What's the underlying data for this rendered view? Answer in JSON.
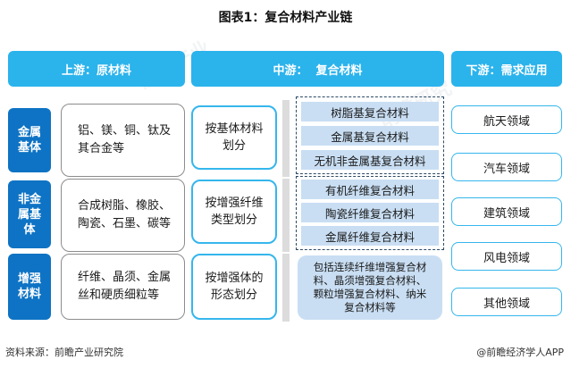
{
  "title": "图表1：复合材料产业链",
  "headers": {
    "upstream": "上游：原材料",
    "midstream": "中游：  复合材料",
    "downstream": "下游：需求应用"
  },
  "rows": [
    {
      "category": "金属\n基体",
      "raw": "铝、镁、铜、钛及\n其合金等",
      "method": "按基体材料\n划分"
    },
    {
      "category": "非金\n属基\n体",
      "raw": "合成树脂、橡胶、\n陶瓷、石墨、碳等",
      "method": "按增强纤维\n类型划分"
    },
    {
      "category": "增强\n材料",
      "raw": "纤维、晶须、金属\n丝和硬质细粒等",
      "method": "按增强体的\n形态划分"
    }
  ],
  "products_group1": [
    "树脂基复合材料",
    "金属基复合材料",
    "无机非金属基复合材料"
  ],
  "products_group2": [
    "有机纤维复合材料",
    "陶瓷纤维复合材料",
    "金属纤维复合材料"
  ],
  "products_group3": "包括连续纤维增强复合材\n料、晶须增强复合材料、\n颗粒增强复合材料、纳米\n复合材料等",
  "applications": [
    "航天领域",
    "汽车领域",
    "建筑领域",
    "风电领域",
    "其他领域"
  ],
  "footer": {
    "source": "资料来源：前瞻产业研究院",
    "credit": "@前瞻经济学人APP"
  }
}
